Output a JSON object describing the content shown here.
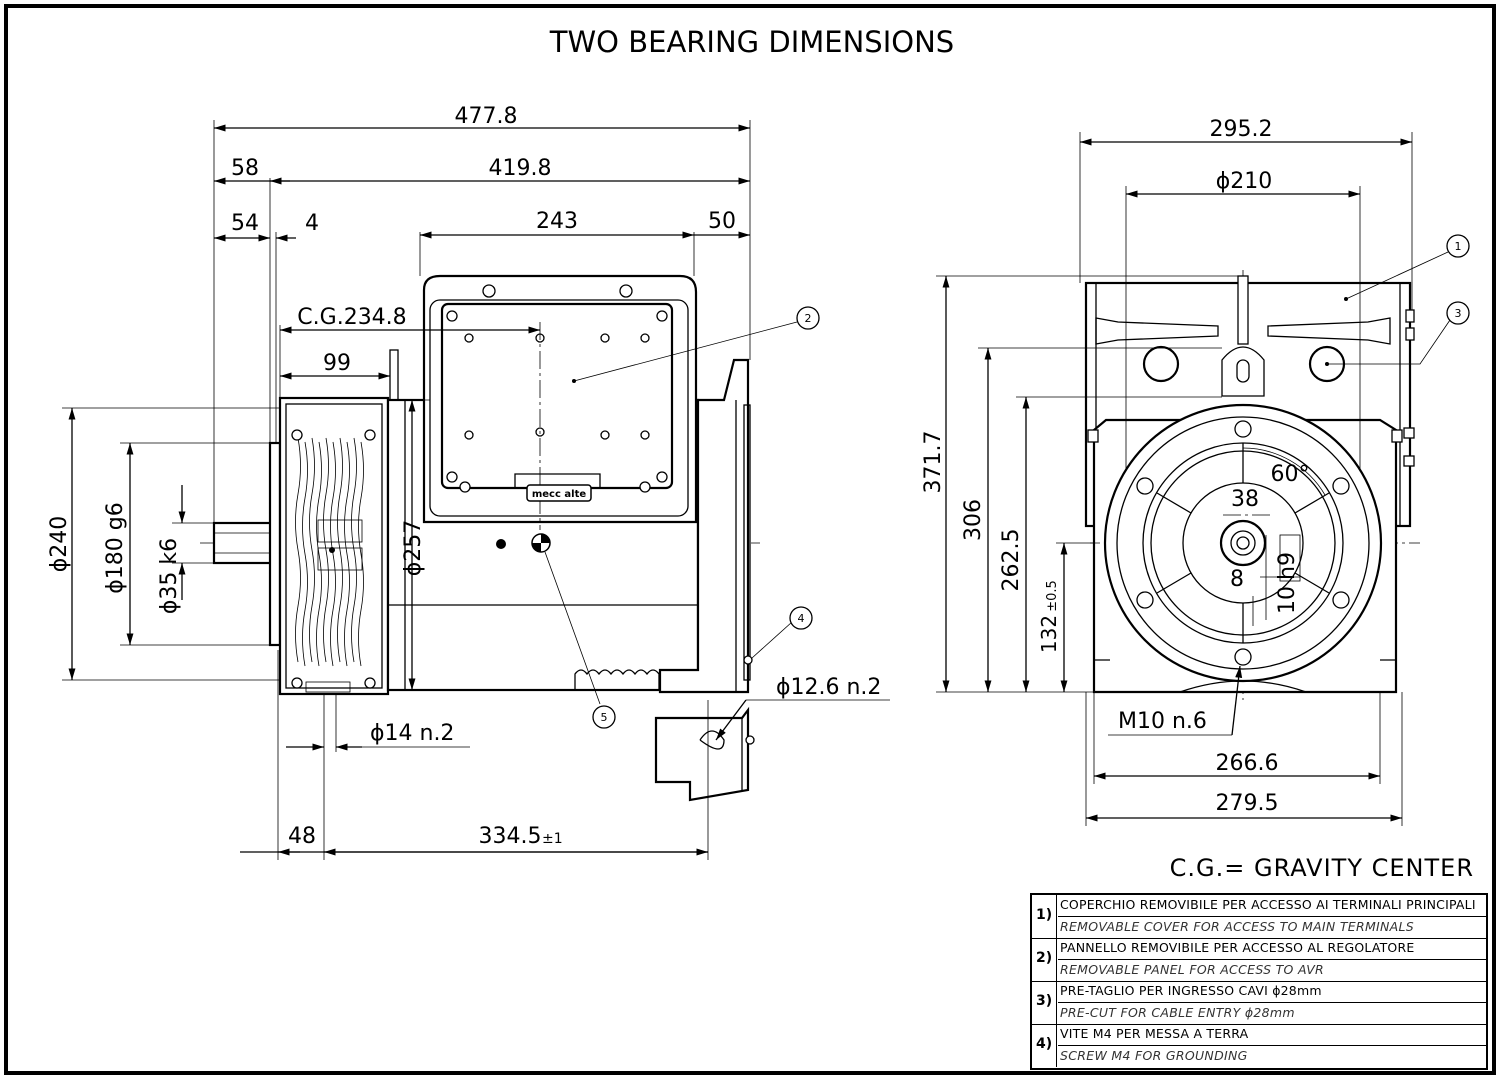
{
  "title": "TWO BEARING DIMENSIONS",
  "gravity_note": "C.G.= GRAVITY CENTER",
  "side_view": {
    "dim_overall": "477.8",
    "dim_58": "58",
    "dim_419": "419.8",
    "dim_54": "54",
    "dim_4": "4",
    "dim_243": "243",
    "dim_50": "50",
    "dim_cg": "C.G.234.8",
    "dim_99": "99",
    "dim_d240": "ϕ240",
    "dim_d180": "ϕ180  g6",
    "dim_d35": "ϕ35  k6",
    "dim_d257": "ϕ257",
    "dim_d14": "ϕ14   n.2",
    "dim_d12": "ϕ12.6   n.2",
    "dim_48": "48",
    "dim_334": "334.5",
    "dim_334_tol": "±1",
    "brand": "mecc alte",
    "callout_2": "2",
    "callout_4": "4",
    "callout_5": "5"
  },
  "front_view": {
    "dim_295": "295.2",
    "dim_d210": "ϕ210",
    "dim_371": "371.7",
    "dim_306": "306",
    "dim_262": "262.5",
    "dim_132": "132",
    "dim_132_tol": "±0.5",
    "dim_38": "38",
    "dim_8": "8",
    "dim_10": "10",
    "dim_h9": "h9",
    "dim_60": "60°",
    "dim_m10": "M10   n.6",
    "dim_266": "266.6",
    "dim_279": "279.5",
    "callout_1": "1",
    "callout_3": "3"
  },
  "legend": [
    {
      "num": "1)",
      "it": "COPERCHIO REMOVIBILE PER ACCESSO AI TERMINALI PRINCIPALI",
      "en": "REMOVABLE COVER FOR ACCESS TO MAIN TERMINALS"
    },
    {
      "num": "2)",
      "it": "PANNELLO REMOVIBILE PER ACCESSO AL REGOLATORE",
      "en": "REMOVABLE PANEL FOR ACCESS TO AVR"
    },
    {
      "num": "3)",
      "it": "PRE-TAGLIO PER INGRESSO CAVI ϕ28mm",
      "en": "PRE-CUT FOR CABLE ENTRY ϕ28mm"
    },
    {
      "num": "4)",
      "it": "VITE M4 PER MESSA A TERRA",
      "en": "SCREW M4 FOR GROUNDING"
    }
  ]
}
